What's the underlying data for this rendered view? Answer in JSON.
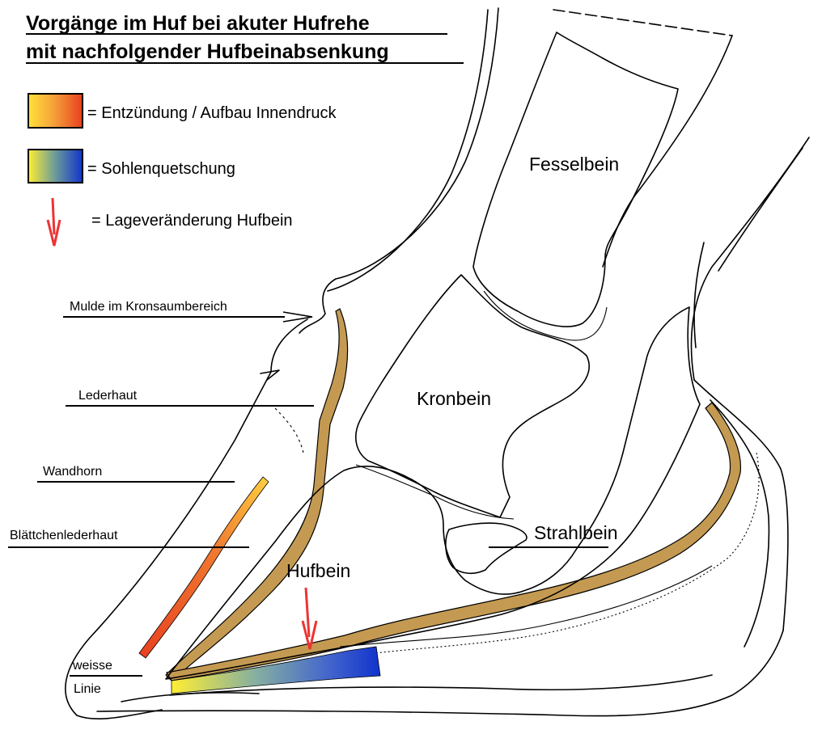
{
  "title": {
    "line1": "Vorgänge im Huf bei akuter Hufrehe",
    "line2": "mit nachfolgender Hufbeinabsenkung"
  },
  "legend": {
    "items": [
      {
        "label": "= Entzündung / Aufbau Innendruck",
        "swatch": "warm"
      },
      {
        "label": "= Sohlenquetschung",
        "swatch": "cool"
      },
      {
        "label": "= Lageveränderung Hufbein",
        "swatch": "arrow"
      }
    ]
  },
  "bones": {
    "fesselbein": "Fesselbein",
    "kronbein": "Kronbein",
    "strahlbein": "Strahlbein",
    "hufbein": "Hufbein"
  },
  "labels": {
    "mulde": "Mulde im Kronsaumbereich",
    "lederhaut": "Lederhaut",
    "wandhorn": "Wandhorn",
    "blaettchen": "Blättchenlederhaut",
    "weisse": "weisse",
    "linie": "Linie"
  },
  "colors": {
    "corium": "#c49a52",
    "inflammation_start": "#ffe23a",
    "inflammation_end": "#e84020",
    "bruise_start": "#ffee33",
    "bruise_end": "#1133cc",
    "arrow": "#ee3333"
  }
}
